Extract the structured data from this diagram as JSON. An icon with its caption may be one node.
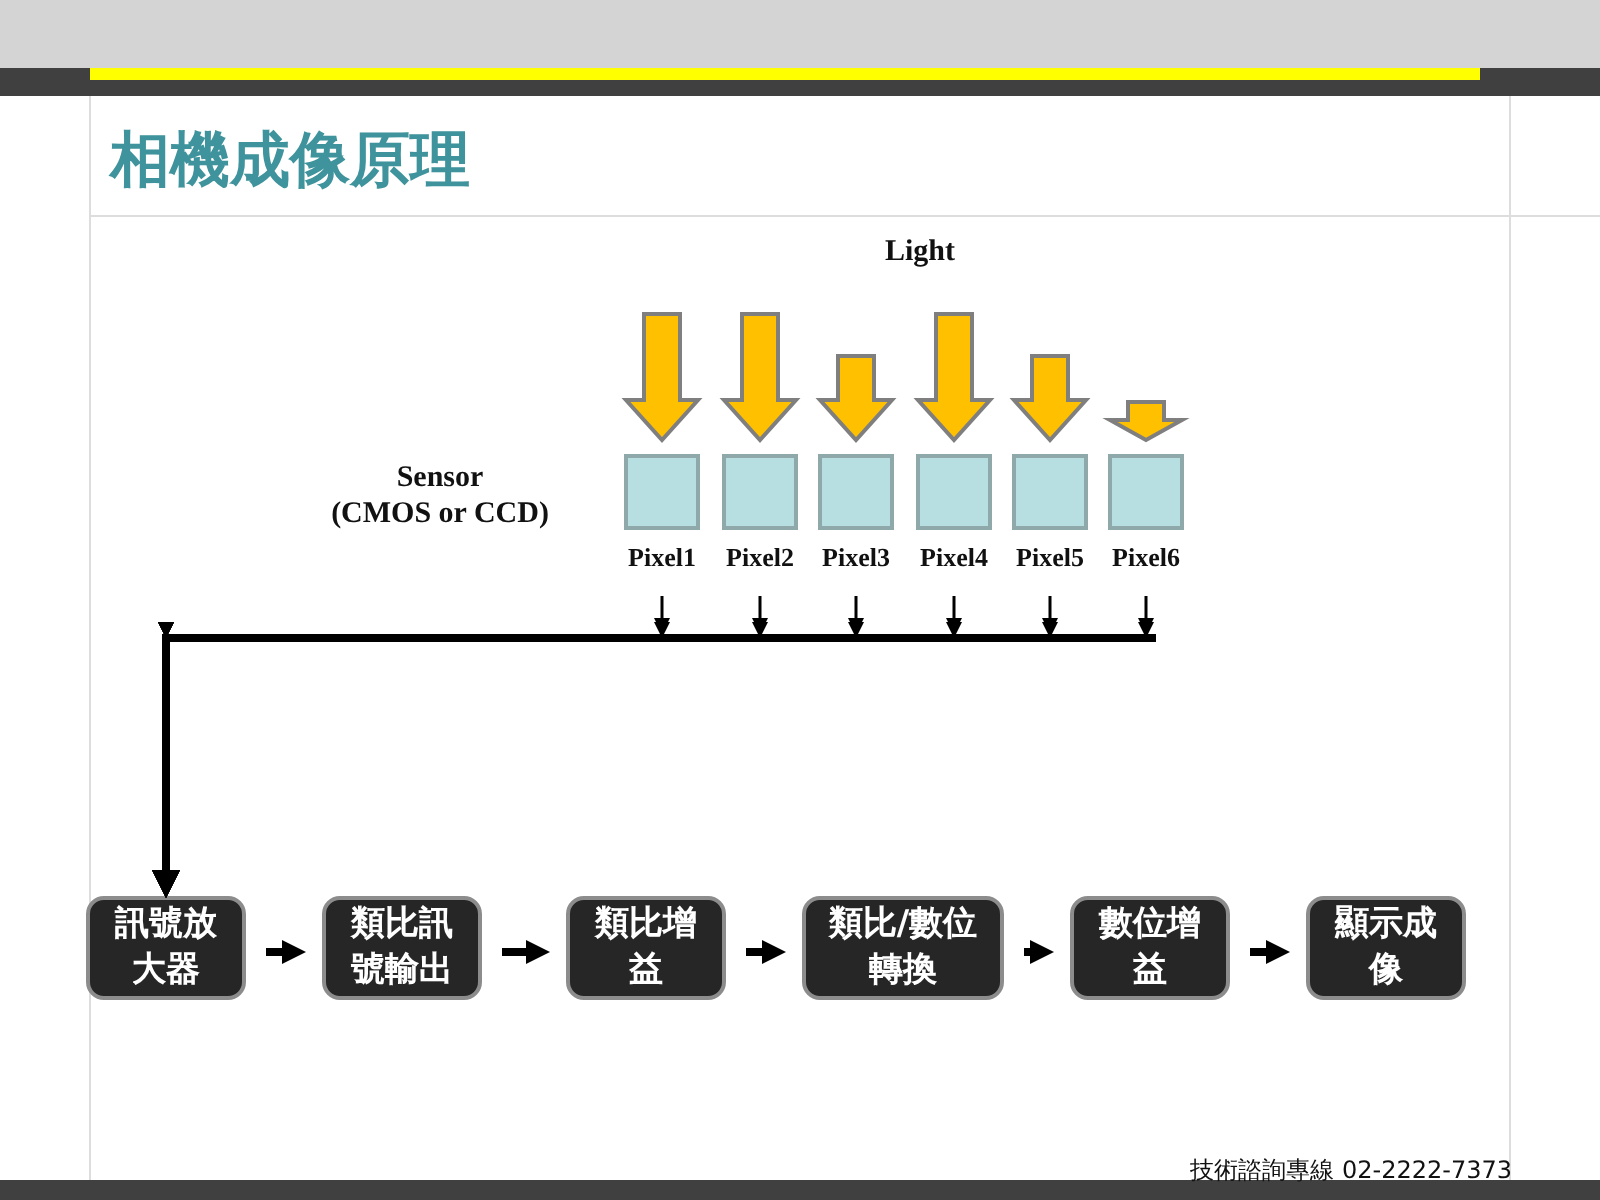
{
  "diagram": {
    "title": "相機成像原理",
    "nodes": [
      {
        "text": [],
        "shape": "box",
        "beside": [
          "Pixel1"
        ]
      },
      {
        "text": [],
        "shape": "box",
        "beside": [
          "Pixel2"
        ]
      },
      {
        "text": [],
        "shape": "box",
        "beside": [
          "Pixel3"
        ]
      },
      {
        "text": [],
        "shape": "box",
        "beside": [
          "Pixel4"
        ]
      },
      {
        "text": [],
        "shape": "box",
        "beside": [
          "Pixel5"
        ]
      },
      {
        "text": [],
        "shape": "box",
        "beside": [
          "Pixel6"
        ]
      },
      {
        "text": [
          "訊號放大器"
        ]
      },
      {
        "text": [
          "類比訊號輸出"
        ]
      },
      {
        "text": [
          "類比增益"
        ]
      },
      {
        "text": [
          "類比/數位轉換"
        ]
      },
      {
        "text": [
          "數位增益"
        ]
      },
      {
        "text": [
          "顯示成像"
        ]
      }
    ],
    "edges": [
      {
        "from": null,
        "to": 0,
        "arrow": "to",
        "color": "#ffc000",
        "style": "thick"
      },
      {
        "from": null,
        "to": 1,
        "arrow": "to",
        "color": "#ffc000",
        "style": "thick"
      },
      {
        "from": null,
        "to": 2,
        "arrow": "to",
        "color": "#ffc000",
        "style": "thick"
      },
      {
        "from": null,
        "to": 3,
        "arrow": "to",
        "color": "#ffc000",
        "style": "thick"
      },
      {
        "from": null,
        "to": 4,
        "arrow": "to",
        "color": "#ffc000",
        "style": "thick"
      },
      {
        "from": null,
        "to": 5,
        "arrow": "to",
        "color": "#ffc000",
        "style": "thick"
      },
      {
        "from": 0,
        "to": 6,
        "arrow": "to"
      },
      {
        "from": 1,
        "to": 6,
        "arrow": "to"
      },
      {
        "from": 2,
        "to": 6,
        "arrow": "to"
      },
      {
        "from": 3,
        "to": 6,
        "arrow": "to"
      },
      {
        "from": 4,
        "to": 6,
        "arrow": "to"
      },
      {
        "from": 5,
        "to": 6,
        "arrow": "to"
      },
      {
        "from": 6,
        "to": 7,
        "arrow": "to",
        "style": "thick"
      },
      {
        "from": 7,
        "to": 8,
        "arrow": "to",
        "style": "thick"
      },
      {
        "from": 8,
        "to": 9,
        "arrow": "to",
        "style": "thick"
      },
      {
        "from": 9,
        "to": 10,
        "arrow": "to",
        "style": "thick"
      },
      {
        "from": 10,
        "to": 11,
        "arrow": "to",
        "style": "thick"
      }
    ],
    "labels": [
      "Light",
      "Sensor (CMOS or CCD)",
      "技術諮詢專線 02-2222-7373"
    ]
  }
}
